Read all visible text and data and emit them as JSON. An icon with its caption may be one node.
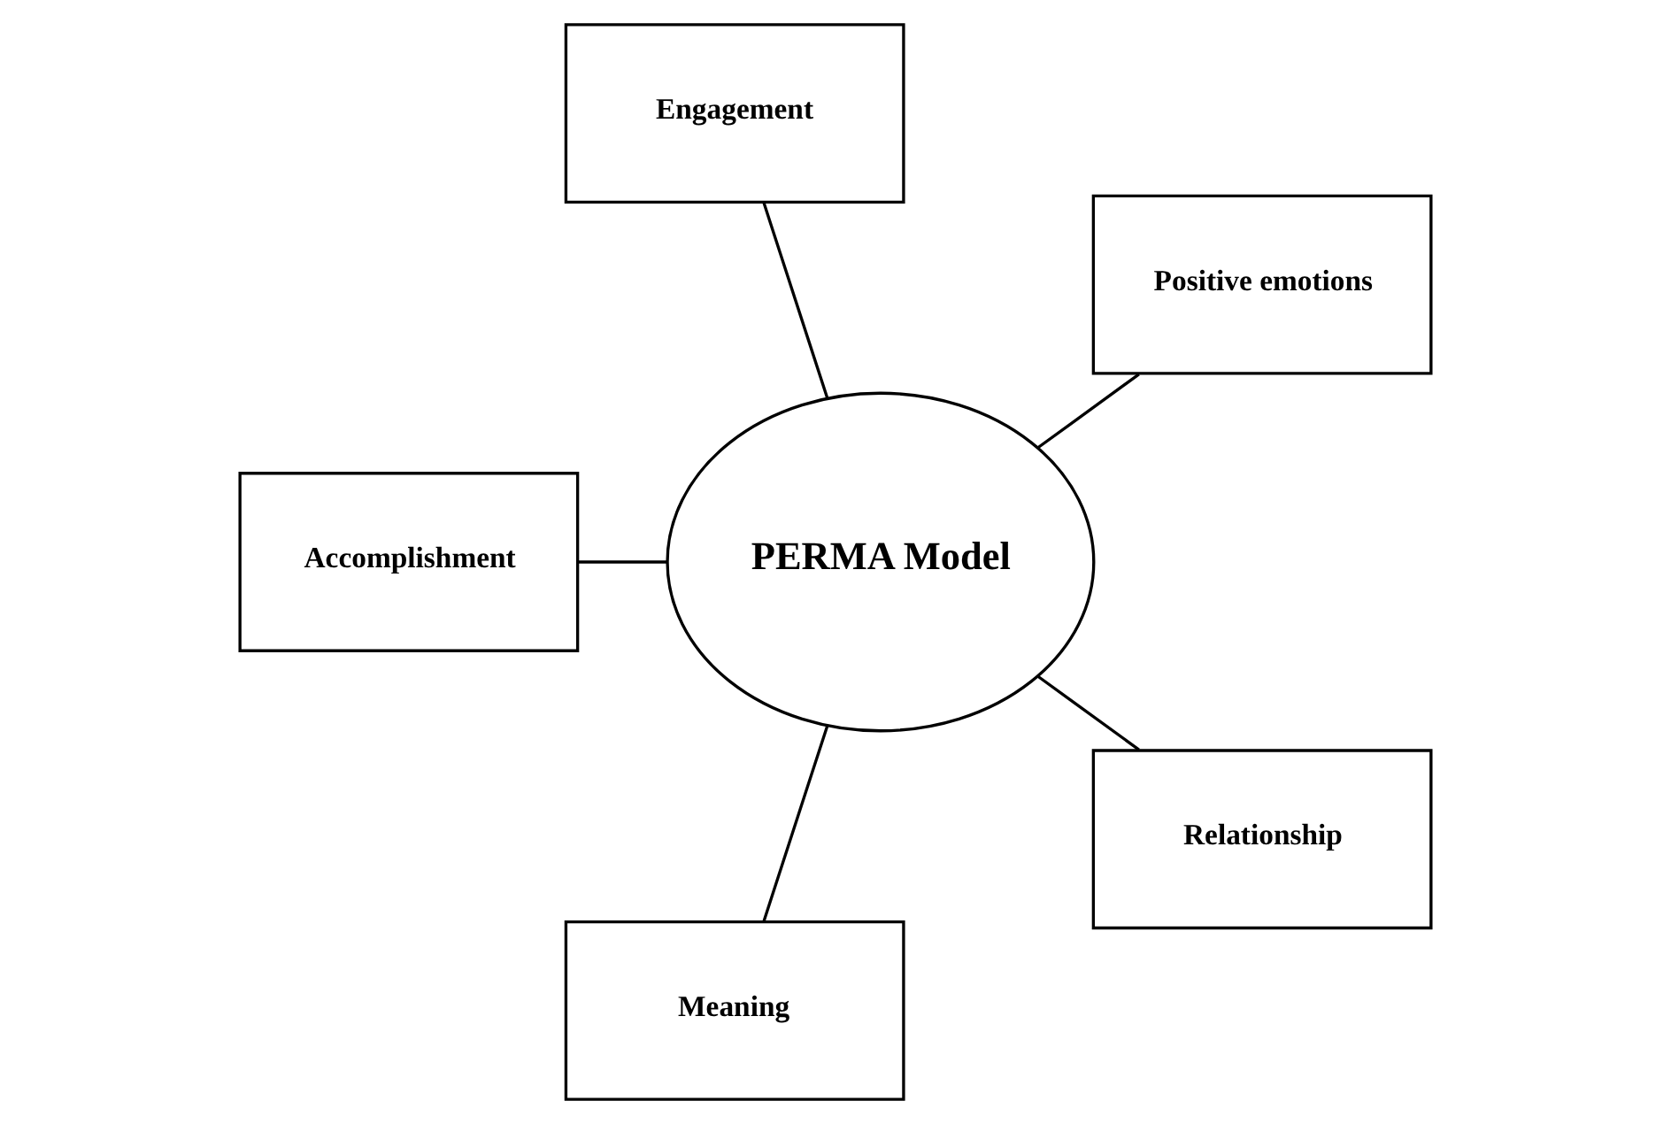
{
  "diagram": {
    "nodes": [
      {
        "text": [
          "PERMA Model"
        ]
      },
      {
        "text": [
          "Positive emotions"
        ]
      },
      {
        "text": [
          "Engagement"
        ]
      },
      {
        "text": [
          "Accomplishment"
        ]
      },
      {
        "text": [
          "Meaning"
        ]
      },
      {
        "text": [
          "Relationship"
        ]
      }
    ],
    "edges": [
      {
        "from": 0,
        "to": 1,
        "arrow": "none"
      },
      {
        "from": 0,
        "to": 2,
        "arrow": "none"
      },
      {
        "from": 0,
        "to": 3,
        "arrow": "none"
      },
      {
        "from": 0,
        "to": 4,
        "arrow": "none"
      },
      {
        "from": 0,
        "to": 5,
        "arrow": "none"
      }
    ]
  }
}
